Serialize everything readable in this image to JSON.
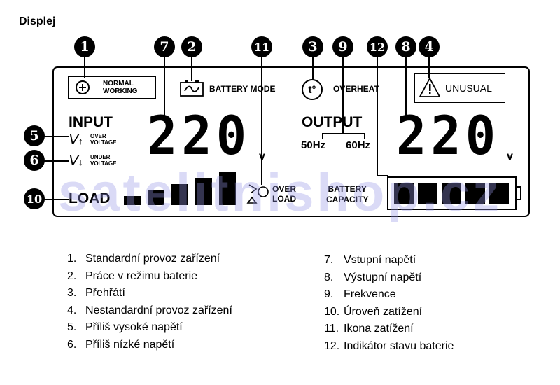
{
  "heading": "Displej",
  "markers": [
    "1",
    "2",
    "3",
    "4",
    "5",
    "6",
    "7",
    "8",
    "9",
    "10",
    "11",
    "12"
  ],
  "panel": {
    "normal_working": [
      "NORMAL",
      "WORKING"
    ],
    "battery_mode": "BATTERY MODE",
    "overheat_symbol": "t°",
    "overheat": "OVERHEAT",
    "unusual": "UNUSUAL",
    "input": "INPUT",
    "input_value": "220",
    "input_unit": "v",
    "over_voltage": [
      "OVER",
      "VOLTAGE"
    ],
    "under_voltage": [
      "UNDER",
      "VOLTAGE"
    ],
    "output": "OUTPUT",
    "freq_50": "50",
    "freq_60": "60",
    "hz": "Hz",
    "output_value": "220",
    "output_unit": "v",
    "load": "LOAD",
    "over_load": [
      "OVER",
      "LOAD"
    ],
    "battery_capacity": [
      "BATTERY",
      "CAPACITY"
    ],
    "voltage_symbol": "V"
  },
  "watermark": "satelitnishop.cz",
  "legend_left": [
    {
      "num": "1.",
      "text": "Standardní provoz zařízení"
    },
    {
      "num": "2.",
      "text": "Práce v režimu baterie"
    },
    {
      "num": "3.",
      "text": "Přehřátí"
    },
    {
      "num": "4.",
      "text": "Nestandardní provoz zařízení"
    },
    {
      "num": "5.",
      "text": "Příliš vysoké napětí"
    },
    {
      "num": "6.",
      "text": "Příliš nízké napětí"
    }
  ],
  "legend_right": [
    {
      "num": "7.",
      "text": "Vstupní napětí"
    },
    {
      "num": "8.",
      "text": "Výstupní napětí"
    },
    {
      "num": "9.",
      "text": "Frekvence"
    },
    {
      "num": "10.",
      "text": "Úroveň zatížení"
    },
    {
      "num": "11.",
      "text": "Ikona zatížení"
    },
    {
      "num": "12.",
      "text": "Indikátor stavu baterie"
    }
  ]
}
